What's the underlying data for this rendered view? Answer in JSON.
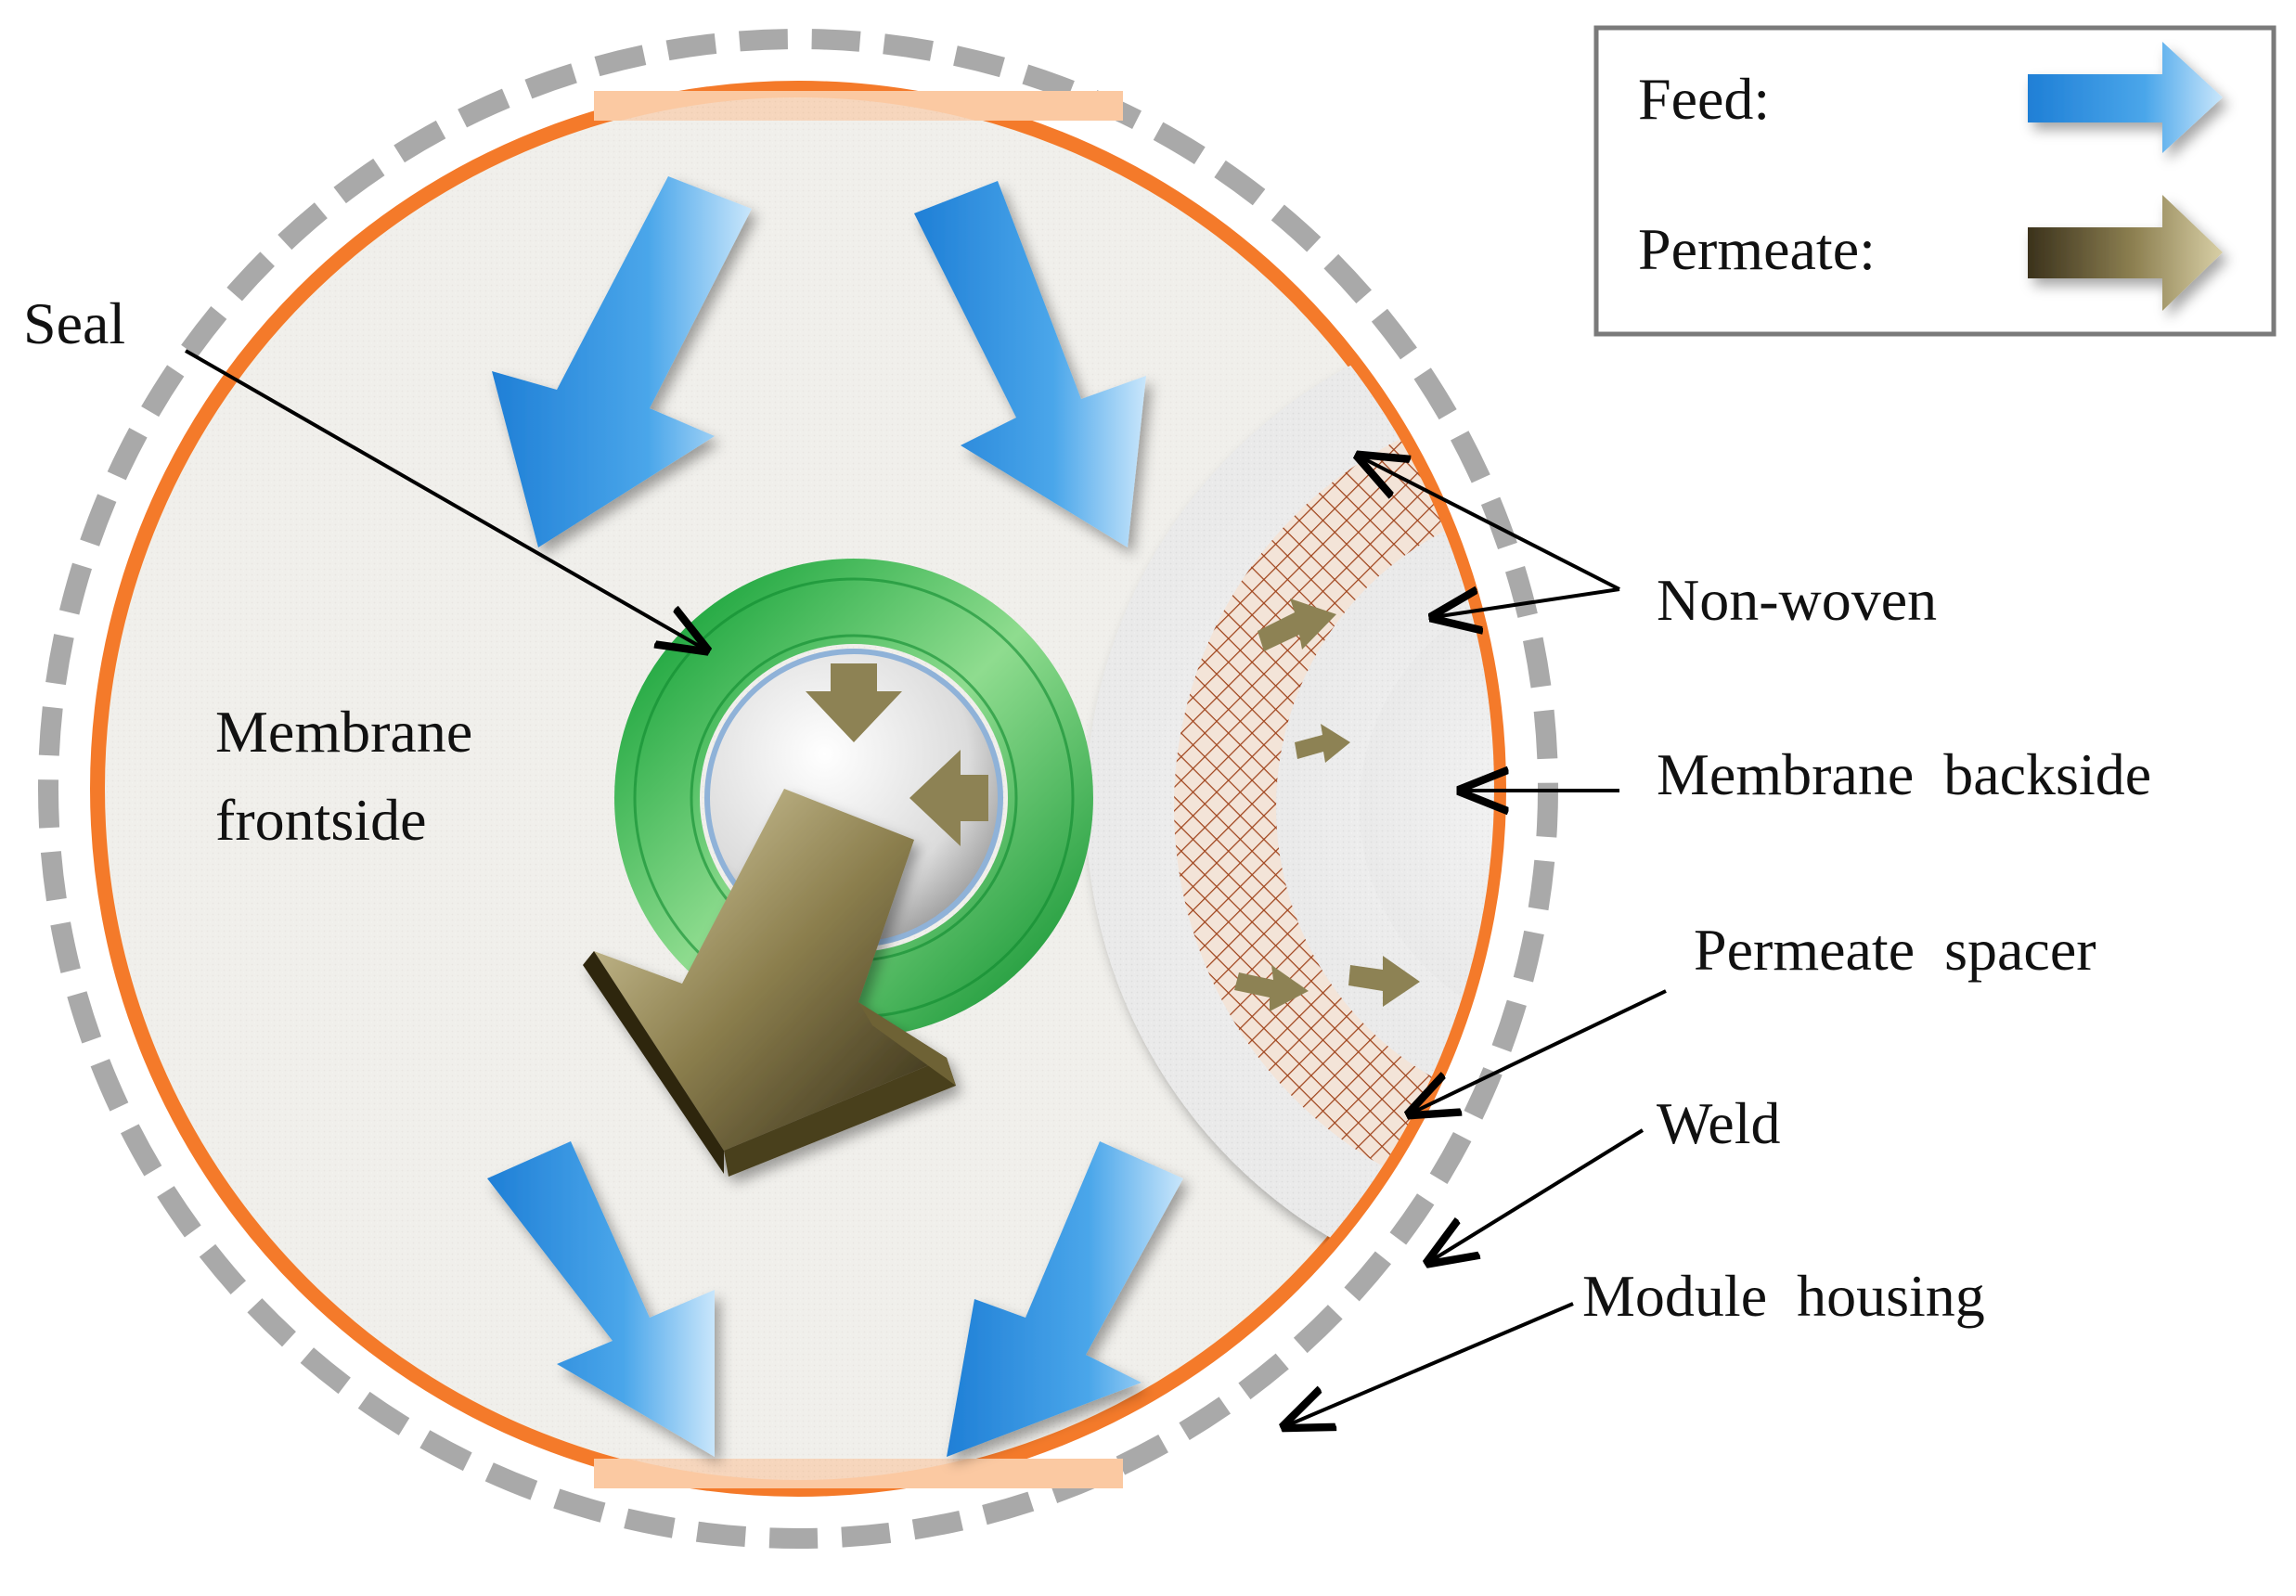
{
  "legend": {
    "feed_label": "Feed:",
    "permeate_label": "Permeate:"
  },
  "labels": {
    "seal": "Seal",
    "membrane_frontside_line1": "Membrane",
    "membrane_frontside_line2": "frontside",
    "non_woven": "Non-woven",
    "membrane_backside": "Membrane  backside",
    "permeate_spacer": "Permeate  spacer",
    "weld": "Weld",
    "module_housing": "Module  housing"
  },
  "colors": {
    "feed_arrow": "#3a9be3",
    "permeate_arrow": "#7a6e40",
    "weld_ring": "#f47a2a",
    "module_housing_dashes": "#a9a9a9",
    "seal_ring": "#2fae4a",
    "permeate_spacer_mesh": "#a0451e",
    "membrane_frontside": "#f1efe9",
    "non_woven": "#ebebeb"
  }
}
